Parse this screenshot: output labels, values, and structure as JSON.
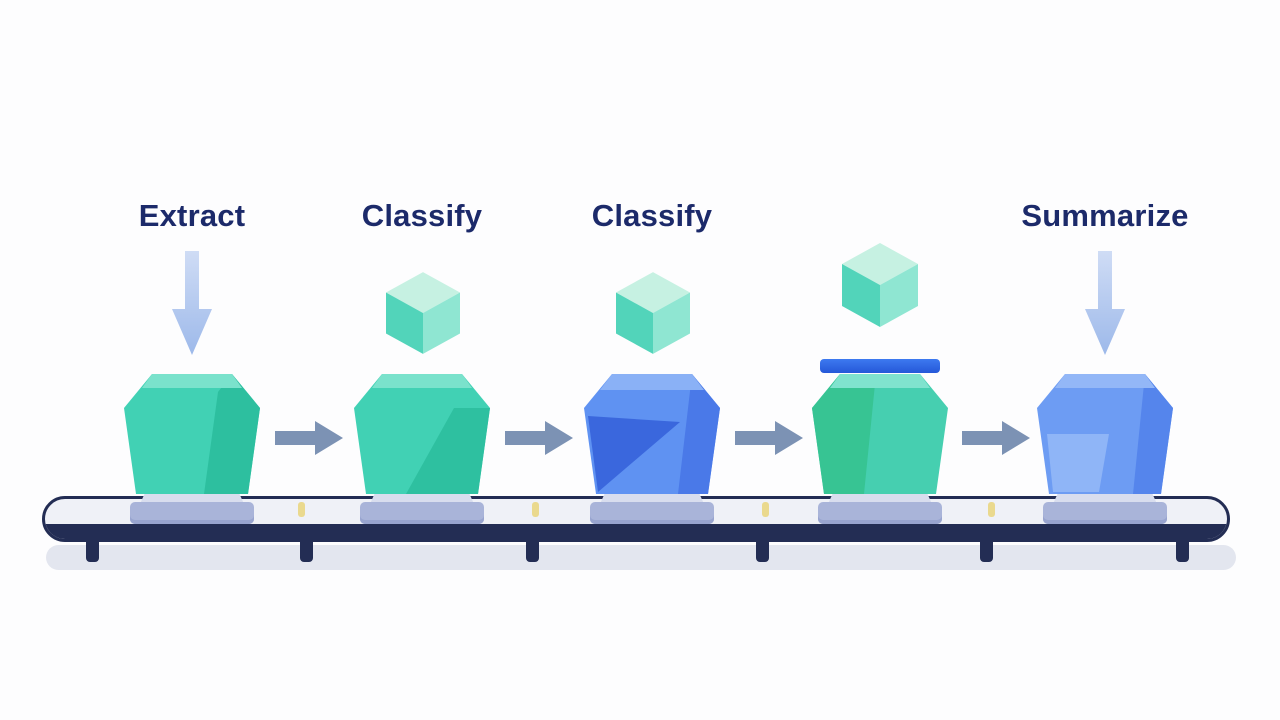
{
  "diagram": {
    "stations": [
      {
        "label": "Extract",
        "gem_color": "teal",
        "above": "down-arrow"
      },
      {
        "label": "Classify",
        "gem_color": "teal",
        "above": "cube"
      },
      {
        "label": "Classify",
        "gem_color": "blue",
        "above": "cube"
      },
      {
        "label": "",
        "gem_color": "teal",
        "above": "cube-and-bar"
      },
      {
        "label": "Summarize",
        "gem_color": "blue",
        "above": "down-arrow"
      }
    ],
    "colors": {
      "label_text": "#1c2a6a",
      "gem_teal": "#3fd0b3",
      "gem_blue": "#5f92f2",
      "cube_teal_top": "#c6f1e2",
      "cube_teal_left": "#52d4ba",
      "cube_teal_right": "#8fe6d2",
      "belt_dark": "#232d54",
      "belt_light": "#eff1f7",
      "arrow_gray": "#7c92b4",
      "arrow_light_blue": "#b7cdf0",
      "accent_bar_blue": "#2c66e8",
      "pedestal_light": "#d8ddee",
      "pedestal_dark": "#a9b4d9",
      "belt_marker_yellow": "#ead98e",
      "shadow_gray": "#e3e6ef"
    }
  }
}
